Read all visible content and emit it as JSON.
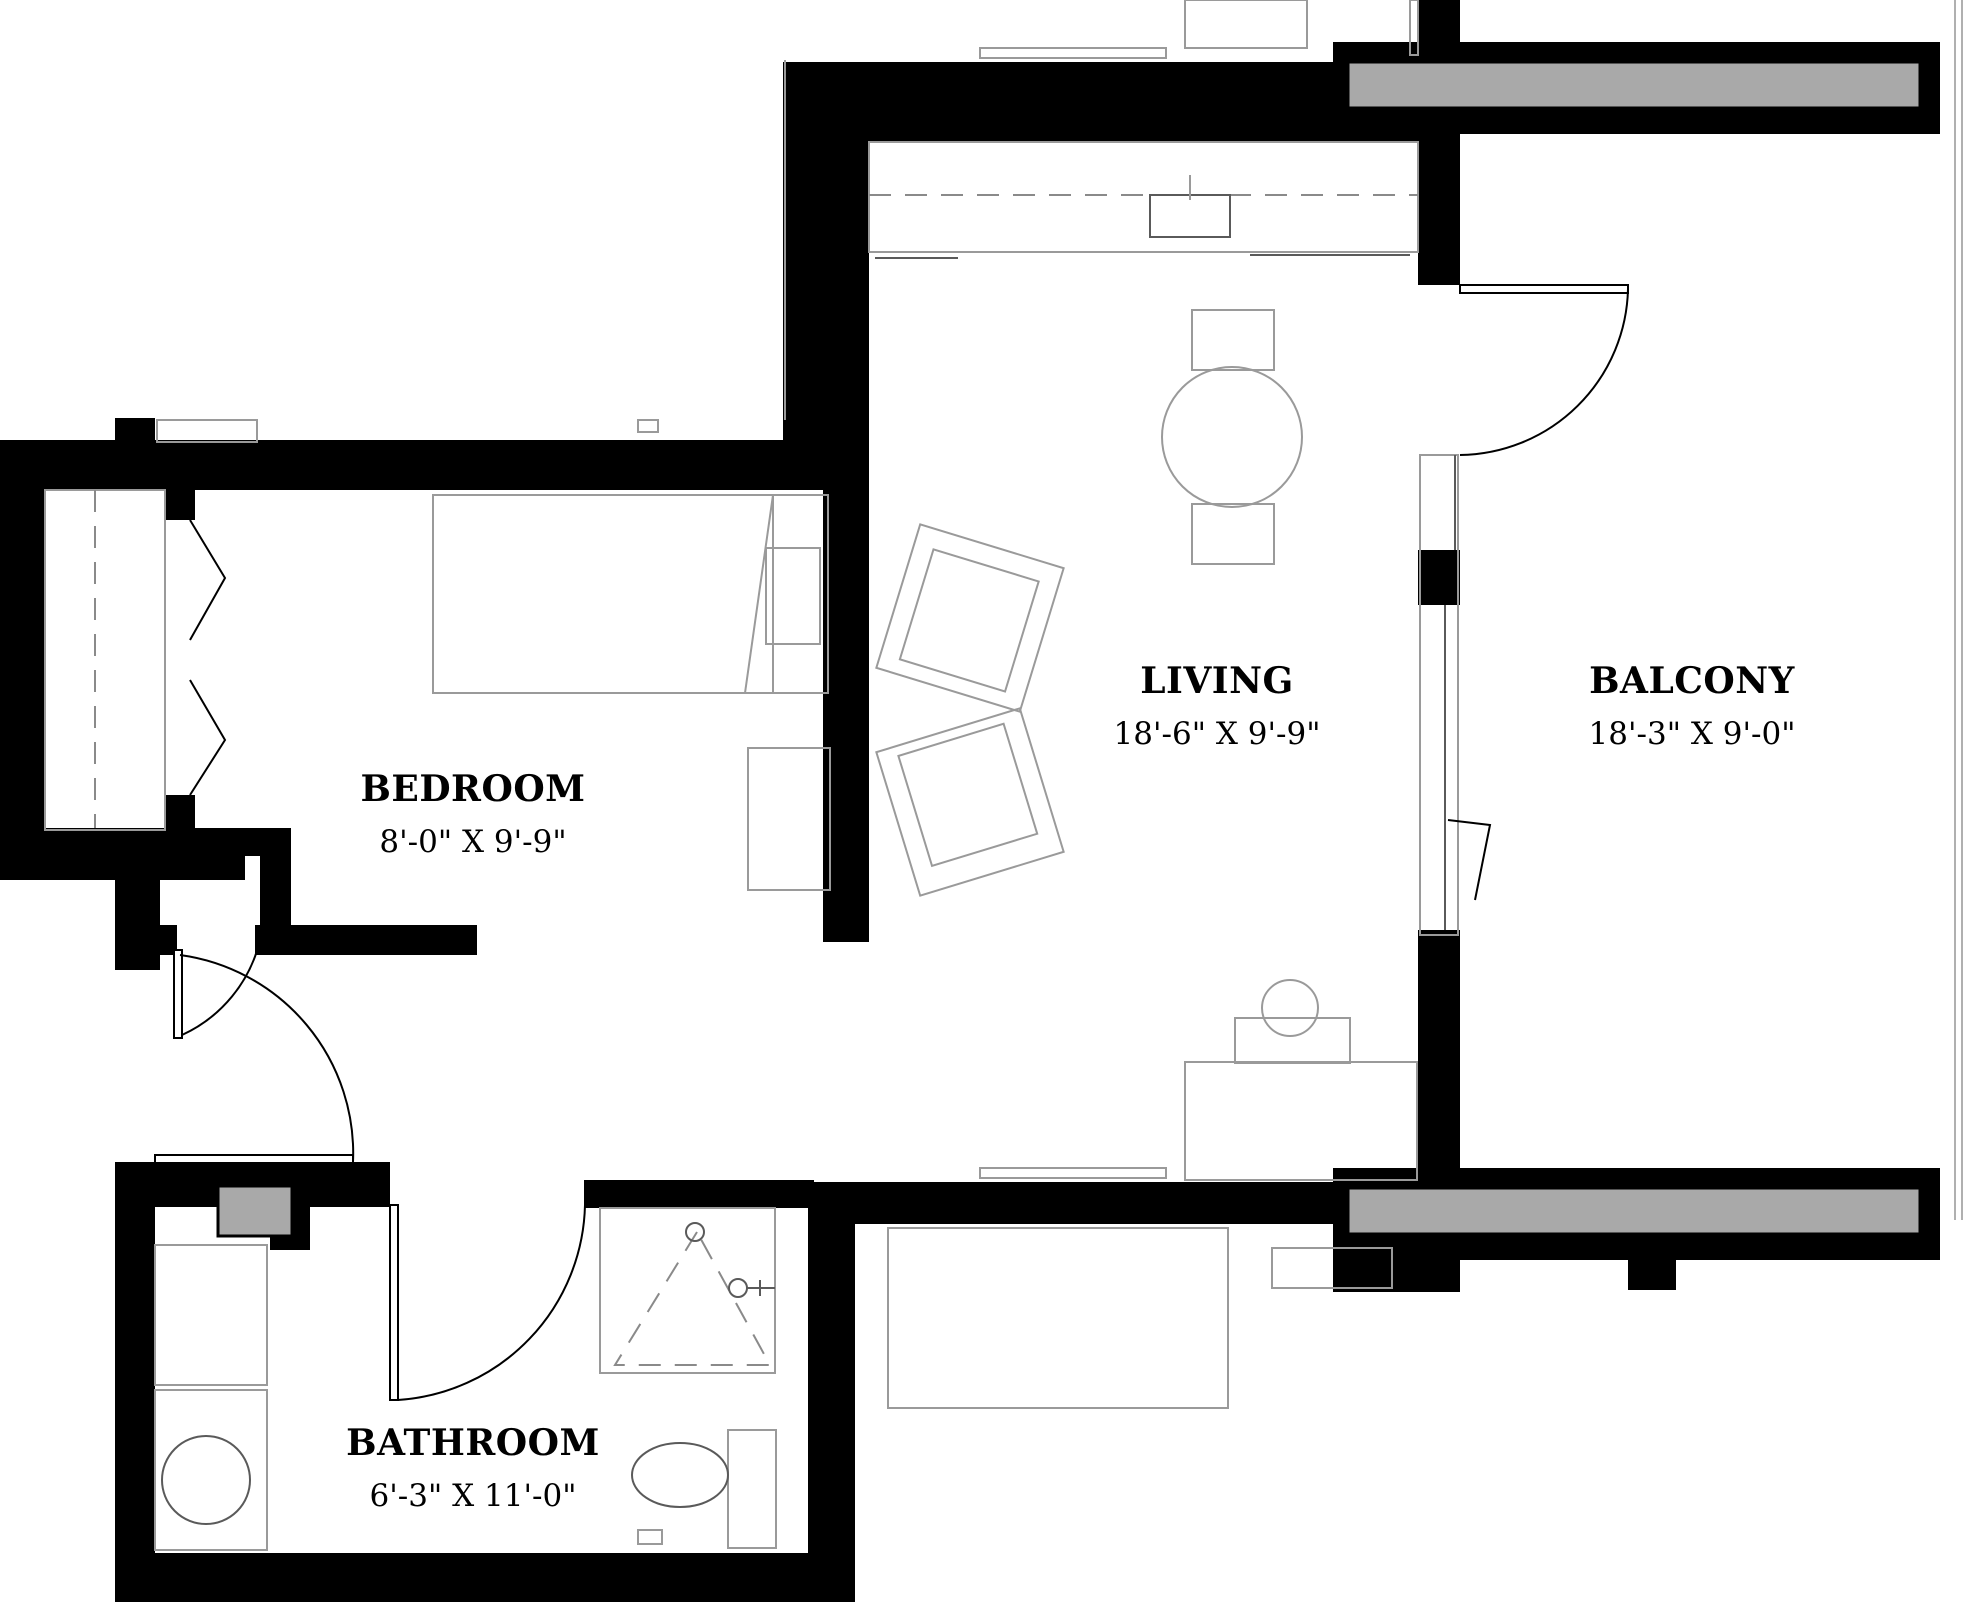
{
  "rooms": {
    "living": {
      "name": "LIVING",
      "size": "18'-6\" X 9'-9\""
    },
    "balcony": {
      "name": "BALCONY",
      "size": "18'-3\" X 9'-0\""
    },
    "bedroom": {
      "name": "BEDROOM",
      "size": "8'-0\" X 9'-9\""
    },
    "bathroom": {
      "name": "BATHROOM",
      "size": "6'-3\" X 11'-0\""
    }
  },
  "colors": {
    "wall": "#000000",
    "glass": "#a9a9a9",
    "fixture": "#9a9a9a"
  }
}
